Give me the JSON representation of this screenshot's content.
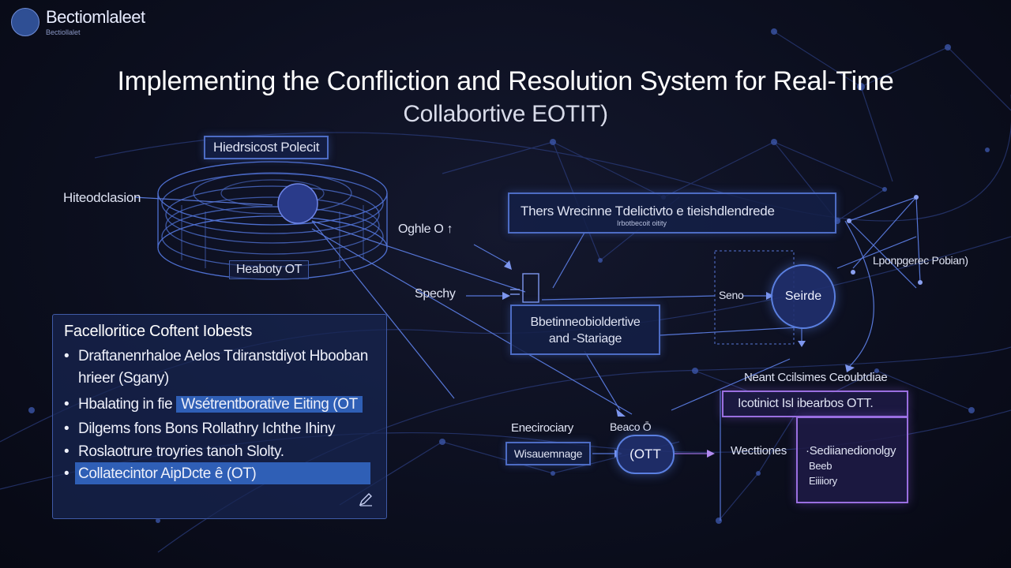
{
  "logo": {
    "name": "Bectiomlaleet",
    "sub": "Bectiollalet"
  },
  "title": "Implementing the Confliction and Resolution System for Real-Time",
  "subtitle": "Collabortive EOTIT)",
  "diagram": {
    "cylinder_label": "Hiedrsicost Polecit",
    "cylinder_side_label": "Hiteodclasion",
    "cylinder_base_label": "Heaboty OT",
    "top_right_box_title": "Thers Wrecinne Tdelictivto e tieishdlendrede",
    "top_right_box_sub": "Irbotbecoit oitity",
    "ogile_label": "Oghle O ↑",
    "spechy_label": "Spechy",
    "center_box_line1": "Bbetinneobioldertive",
    "center_box_line2": "and -Stariage",
    "sende_left_label": "Seno",
    "sende_node": "Seirde",
    "right_node_label": "Lponpgerec Pobian)",
    "conflict_group_label": "Neant Ccilsimes Ceoubtdiae",
    "conflict_box": "Icotinict  Isl ibearbos OTT.",
    "bottom_label_left": "Enecirociary",
    "bottom_box_left": "Wisauemnage",
    "bottom_mid_label": "Beaco Ō",
    "ot_node": "(OTT",
    "wecttiones": "Wecttiones",
    "right_list": [
      "·Sediianedionolgy",
      "Beeb",
      "Eiiiiory"
    ]
  },
  "panel": {
    "title": "Facelloritice Coftent Iobests",
    "bullets": [
      "Draftanenrhaloe Aelos Tdiranstdiyot Hbooban",
      "hrieer (Sgany)",
      "Hbalating in fie",
      "Wsétrentborative Eiting (OT",
      "Dilgems fons Bons Rollathry Ichthe Ihiny",
      "Roslaotrure troyries tanoh Slolty.",
      "Collatecintor AipDcte ê (OT)"
    ],
    "bullet_marker": "•",
    "corner_icon": "pen-icon"
  }
}
